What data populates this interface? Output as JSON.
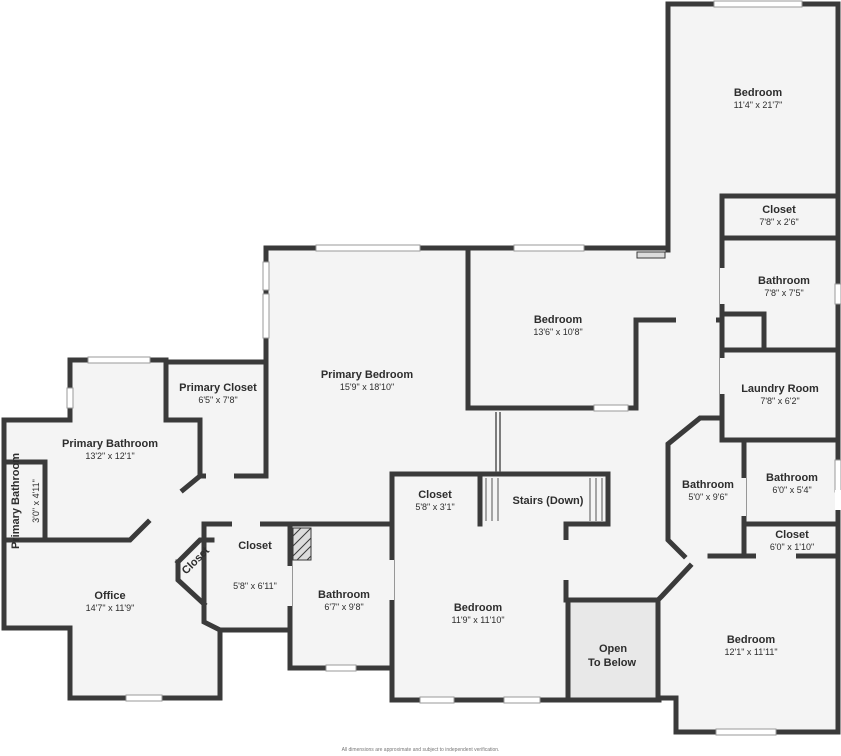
{
  "rooms": {
    "bedroom_top": {
      "name": "Bedroom",
      "dims": "11'4\" x 21'7\""
    },
    "closet_top": {
      "name": "Closet",
      "dims": "7'8\" x 2'6\""
    },
    "bathroom_right_upper": {
      "name": "Bathroom",
      "dims": "7'8\" x 7'5\""
    },
    "bedroom_mid": {
      "name": "Bedroom",
      "dims": "13'6\" x 10'8\""
    },
    "primary_bedroom": {
      "name": "Primary Bedroom",
      "dims": "15'9\" x 18'10\""
    },
    "primary_closet": {
      "name": "Primary Closet",
      "dims": "6'5\" x 7'8\""
    },
    "laundry_room": {
      "name": "Laundry Room",
      "dims": "7'8\" x 6'2\""
    },
    "primary_bathroom": {
      "name": "Primary Bathroom",
      "dims": "13'2\" x 12'1\""
    },
    "primary_bathroom_small": {
      "name": "Primary Bathroom",
      "dims": "3'0\" x 4'11\""
    },
    "bathroom_5x9": {
      "name": "Bathroom",
      "dims": "5'0\" x 9'6\""
    },
    "bathroom_6x5": {
      "name": "Bathroom",
      "dims": "6'0\" x 5'4\""
    },
    "closet_stairs": {
      "name": "Closet",
      "dims": "5'8\" x 3'1\""
    },
    "stairs": {
      "name": "Stairs (Down)"
    },
    "closet_small_right": {
      "name": "Closet",
      "dims": "6'0\" x 1'10\""
    },
    "office": {
      "name": "Office",
      "dims": "14'7\" x 11'9\""
    },
    "closet_angled": {
      "name": "Closet"
    },
    "closet_568": {
      "name": "Closet",
      "dims": "5'8\" x 6'11\""
    },
    "bathroom_6x9": {
      "name": "Bathroom",
      "dims": "6'7\" x 9'8\""
    },
    "bedroom_bottom": {
      "name": "Bedroom",
      "dims": "11'9\" x 11'10\""
    },
    "open_below": {
      "line1": "Open",
      "line2": "To Below"
    },
    "bedroom_bottom_right": {
      "name": "Bedroom",
      "dims": "12'1\" x 11'11\""
    }
  },
  "footer": "All dimensions are approximate and subject to independent verification.",
  "colors": {
    "wall": "#3a3a3a",
    "floor": "#f4f4f4",
    "open_area": "#e8e8e8",
    "window": "#ffffff"
  }
}
